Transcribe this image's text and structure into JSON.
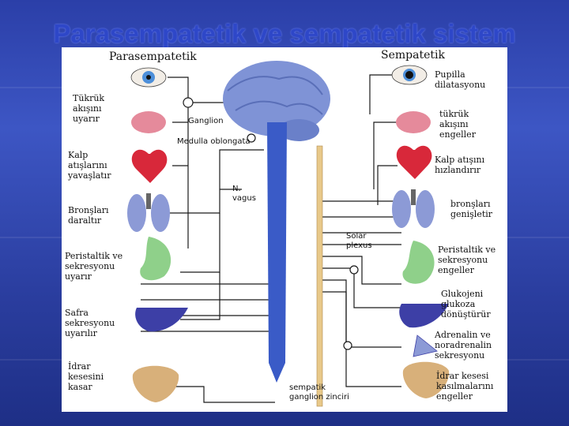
{
  "slide": {
    "title": "Parasempatetik ve sempatetik sistem",
    "background_color": "#2b3fa8",
    "title_color": "#2e47c8"
  },
  "diagram": {
    "left_header": "Parasempatetik",
    "right_header": "Sempatetik",
    "center_labels": {
      "ganglion": "Ganglion",
      "medulla": "Medulla oblongata",
      "vagus": "N.\nvagus",
      "solar": "Solar\nplexus",
      "chain": "sempatik\nganglion zinciri"
    },
    "left_effects": [
      {
        "organ": "salivary-gland",
        "text": "Tükrük\nakışını\nuyarır"
      },
      {
        "organ": "heart",
        "text": "Kalp\natışlarını\nyavaşlatır"
      },
      {
        "organ": "lungs",
        "text": "Bronşları\ndaraltır"
      },
      {
        "organ": "stomach",
        "text": "Peristaltik ve\nsekresyonu\nuyarır"
      },
      {
        "organ": "liver",
        "text": "Safra\nsekresyonu\nuyarılır"
      },
      {
        "organ": "bladder",
        "text": "İdrar\nkesesini\nkasar"
      }
    ],
    "right_effects": [
      {
        "organ": "eye",
        "text": "Pupilla\ndilatasyonu"
      },
      {
        "organ": "salivary-gland",
        "text": "tükrük\nakışını\nengeller"
      },
      {
        "organ": "heart",
        "text": "Kalp atışını\nhızlandırır"
      },
      {
        "organ": "lungs",
        "text": "bronşları\ngenişletir"
      },
      {
        "organ": "stomach",
        "text": "Peristaltik ve\nsekresyonu\nengeller"
      },
      {
        "organ": "liver",
        "text": "Glukojeni\nglukoza\ndönüştürür"
      },
      {
        "organ": "adrenal",
        "text": "Adrenalin ve\nnoradrenalin\nsekresyonu"
      },
      {
        "organ": "bladder",
        "text": "İdrar kesesi\nkasılmalarını\nengeller"
      }
    ],
    "colors": {
      "brain": "#7f93d6",
      "spinal_cord": "#3a5bc7",
      "chain": "#e8c98a",
      "line": "#1a1a1a",
      "heart": "#d8283a",
      "lungs": "#8c9ad6",
      "stomach": "#8fd08a",
      "liver": "#3d3fa6",
      "bladder": "#d8b07a",
      "gland": "#e58a9b",
      "eye_iris": "#4d8fd9"
    }
  }
}
